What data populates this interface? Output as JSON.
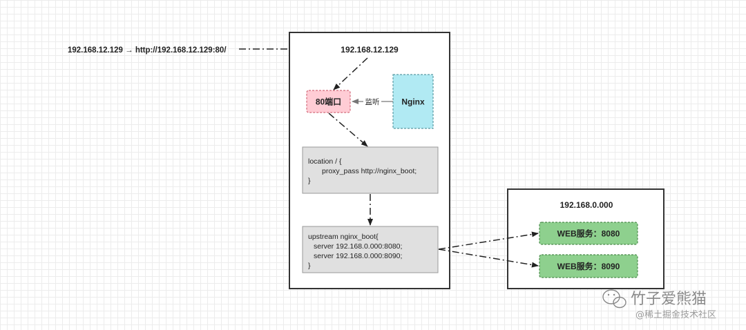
{
  "incoming_request": "192.168.12.129 → http://192.168.12.129:80/",
  "server_ip": "192.168.12.129",
  "port_box": "80端口",
  "listen_label": "监听",
  "nginx_label": "Nginx",
  "location_block": {
    "line1": "location / {",
    "line2": "proxy_pass http://nginx_boot;",
    "line3": "}"
  },
  "upstream_block": {
    "line1": "upstream nginx_boot{",
    "line2": "server 192.168.0.000:8080;",
    "line3": "server 192.168.0.000:8090;",
    "line4": "}"
  },
  "backend_ip": "192.168.0.000",
  "web_service_1": "WEB服务：8080",
  "web_service_2": "WEB服务：8090",
  "watermark": {
    "name": "竹子爱熊猫",
    "platform": "@稀土掘金技术社区"
  },
  "colors": {
    "port_fill": "#ffccd5",
    "port_border": "#d36a7a",
    "nginx_fill": "#b1eaf3",
    "nginx_border": "#5a9aa3",
    "code_fill": "#e0e0e0",
    "web_fill": "#8ed08e",
    "web_border": "#4a8a4a"
  }
}
